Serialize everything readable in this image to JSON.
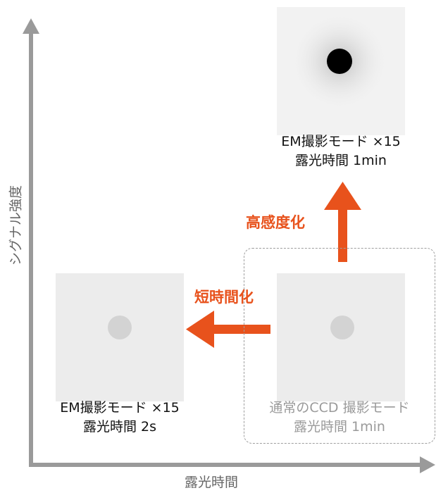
{
  "axes": {
    "y_label": "シグナル強度",
    "x_label": "露光時間"
  },
  "images": {
    "top": {
      "caption_line1": "EM撮影モード ×15",
      "caption_line2": "露光時間 1min",
      "spot": "large dark spot"
    },
    "left": {
      "caption_line1": "EM撮影モード ×15",
      "caption_line2": "露光時間 2s",
      "spot": "faint gray spot"
    },
    "right": {
      "caption_line1": "通常のCCD 撮影モード",
      "caption_line2": "露光時間 1min",
      "spot": "faint gray spot"
    }
  },
  "arrows": {
    "up_label": "高感度化",
    "left_label": "短時間化",
    "color": "#e8521c"
  },
  "colors": {
    "axis": "#9a9a9a",
    "highlight_caption": "#9a9a9a",
    "dashed_frame": "#9e9e9e"
  }
}
